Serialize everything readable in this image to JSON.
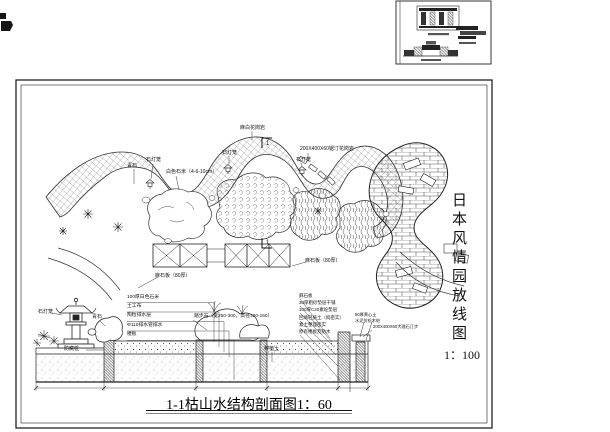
{
  "drawing": {
    "titles": {
      "side": "日本风情园放线图",
      "side_scale": "1：100",
      "bottom": "1-1枯山水结构剖面图",
      "bottom_scale": "1：60"
    },
    "plan": {
      "section_mark": "1",
      "labels": {
        "qingshi": "青石",
        "lantern1": "石灯笼",
        "white_gravel": "白色石米（4-6-10cm）",
        "granite_top": "麻白花岗岩",
        "lantern2": "石灯笼",
        "stepping": "200X400X60锯汀花岗岩",
        "lantern3": "石灯笼",
        "slab_left": "麻石板（80厚）",
        "slab_right": "麻石板（80厚）"
      }
    },
    "section": {
      "left_layers": [
        "100厚白色石米",
        "土工布",
        "陶粒排水层",
        "Φ110排水管排水",
        "楼板"
      ],
      "right_layers": [
        "麻石板",
        "30厚粗砂垫层干铺",
        "100厚C20素砼垫层",
        "回填轻质土（捣密实）",
        "素土整理密实",
        "原有楼板及防水"
      ],
      "lantern": "石灯笼",
      "qingshi": "青石",
      "post": "防腐桩",
      "soil": "种植土",
      "step_stone": "踏步石（宽250-300，高径100-150）",
      "yellow_soil": "50厚黄心土",
      "pine_pile": "水泥仿松木桩",
      "marble": "200X400X60大理石汀步"
    },
    "colors": {
      "line": "#222222",
      "background": "#ffffff"
    }
  }
}
